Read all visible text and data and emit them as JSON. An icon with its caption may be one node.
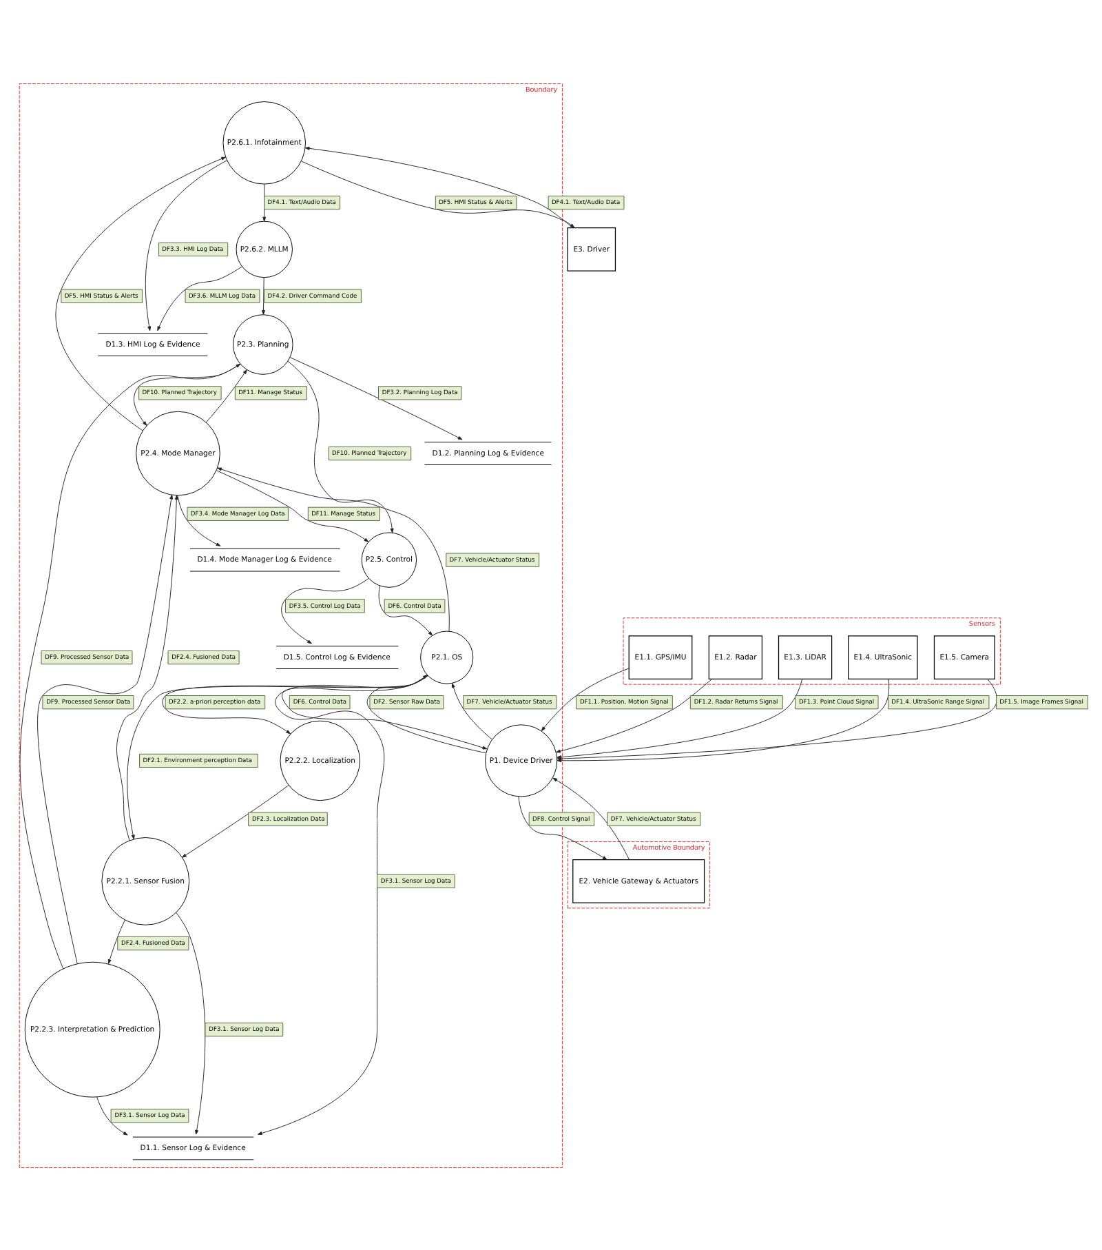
{
  "diagram": {
    "nodes": [
      {
        "text": [
          "Boundary"
        ]
      },
      {
        "text": [
          "Automotive Boundary"
        ]
      },
      {
        "text": [
          "Sensors"
        ]
      },
      {
        "text": [
          "E3. Driver"
        ]
      },
      {
        "text": [
          "P2.6.1. Infotainment"
        ],
        "in": 0
      },
      {
        "text": [
          "D1.3. HMI Log & Evidence"
        ],
        "in": 0
      },
      {
        "text": [
          "P2.6.2. MLLM"
        ],
        "in": 0
      },
      {
        "text": [
          "D1.2. Planning Log & Evidence"
        ],
        "in": 0
      },
      {
        "text": [
          "P2.3. Planning"
        ],
        "in": 0
      },
      {
        "text": [
          "P2.4. Mode Manager"
        ],
        "in": 0
      },
      {
        "text": [
          "D1.4. Mode Manager Log & Evidence"
        ],
        "in": 0
      },
      {
        "text": [
          "P2.2.3. Interpretation & Prediction"
        ],
        "in": 0
      },
      {
        "text": [
          "D1.5. Control Log & Evidence"
        ],
        "in": 0
      },
      {
        "text": [
          "P2.2.1. Sensor Fusion"
        ],
        "in": 0
      },
      {
        "text": [
          "P2.2.2. Localization"
        ],
        "in": 0
      },
      {
        "text": [
          "P2.5. Control"
        ],
        "in": 0
      },
      {
        "text": [
          "P2.1. OS"
        ],
        "in": 0
      },
      {
        "text": [
          "D1.1. Sensor Log & Evidence"
        ],
        "in": 0
      },
      {
        "text": [
          "P1. Device Driver"
        ],
        "in": 0
      },
      {
        "text": [
          "E2. Vehicle Gateway & Actuators"
        ],
        "in": 1
      },
      {
        "text": [
          "E1.1. GPS/IMU"
        ],
        "in": 2
      },
      {
        "text": [
          "E1.2. Radar"
        ],
        "in": 2
      },
      {
        "text": [
          "E1.3. LiDAR"
        ],
        "in": 2
      },
      {
        "text": [
          "E1.4. UltraSonic"
        ],
        "in": 2
      },
      {
        "text": [
          "E1.5. Camera"
        ],
        "in": 2
      }
    ],
    "edges": [
      {
        "from": 3,
        "to": 4,
        "arrow": "to",
        "label": "DF4.1. Text/Audio Data"
      },
      {
        "from": 4,
        "to": 3,
        "arrow": "to",
        "label": "DF5. HMI Status & Alerts"
      },
      {
        "from": 4,
        "to": 5,
        "arrow": "to",
        "label": "DF3.3. HMI Log Data"
      },
      {
        "from": 4,
        "to": 6,
        "arrow": "to",
        "label": "DF4.1. Text/Audio Data"
      },
      {
        "from": 6,
        "to": 5,
        "arrow": "to",
        "label": "DF3.6. MLLM Log Data"
      },
      {
        "from": 6,
        "to": 8,
        "arrow": "to",
        "label": "DF4.2. Driver Command Code"
      },
      {
        "from": 9,
        "to": 4,
        "arrow": "to",
        "label": "DF5. HMI Status & Alerts"
      },
      {
        "from": 8,
        "to": 7,
        "arrow": "to",
        "label": "DF3.2. Planning Log Data"
      },
      {
        "from": 9,
        "to": 8,
        "arrow": "to",
        "label": "DF11. Manage Status"
      },
      {
        "from": 9,
        "to": 10,
        "arrow": "to",
        "label": "DF3.4. Mode Manager Log Data"
      },
      {
        "from": 8,
        "to": 9,
        "arrow": "to",
        "label": "DF10. Planned Trajectory"
      },
      {
        "from": 11,
        "to": 8,
        "arrow": "to",
        "label": "DF9. Processed Sensor Data"
      },
      {
        "from": 11,
        "to": 9,
        "arrow": "to",
        "label": "DF9. Processed Sensor Data"
      },
      {
        "from": 16,
        "to": 9,
        "arrow": "to",
        "label": "DF7. Vehicle/Actuator Status"
      },
      {
        "from": 11,
        "to": 17,
        "arrow": "to",
        "label": "DF3.1. Sensor Log Data"
      },
      {
        "from": 13,
        "to": 9,
        "arrow": "to",
        "label": "DF2.4. Fusioned Data"
      },
      {
        "from": 13,
        "to": 11,
        "arrow": "to",
        "label": "DF2.4. Fusioned Data"
      },
      {
        "from": 9,
        "to": 15,
        "arrow": "to",
        "label": "DF11. Manage Status"
      },
      {
        "from": 8,
        "to": 15,
        "arrow": "to",
        "label": "DF10. Planned Trajectory"
      },
      {
        "from": 15,
        "to": 12,
        "arrow": "to",
        "label": "DF3.5. Control Log Data"
      },
      {
        "from": 13,
        "to": 17,
        "arrow": "to",
        "label": "DF3.1. Sensor Log Data"
      },
      {
        "from": 14,
        "to": 13,
        "arrow": "to",
        "label": "DF2.3. Localization Data"
      },
      {
        "from": 16,
        "to": 14,
        "arrow": "to",
        "label": "DF2.2. a-priori perception data"
      },
      {
        "from": 16,
        "to": 17,
        "arrow": "to",
        "label": "DF3.1. Sensor Log Data"
      },
      {
        "from": 16,
        "to": 13,
        "arrow": "to",
        "label": "DF2.1. Environment perception Data"
      },
      {
        "from": 15,
        "to": 16,
        "arrow": "to",
        "label": "DF6. Control Data"
      },
      {
        "from": 16,
        "to": 18,
        "arrow": "to",
        "label": "DF6. Control Data"
      },
      {
        "from": 18,
        "to": 16,
        "arrow": "to",
        "label": "DF2. Sensor Raw Data"
      },
      {
        "from": 18,
        "to": 16,
        "arrow": "to",
        "label": "DF7. Vehicle/Actuator Status"
      },
      {
        "from": 19,
        "to": 18,
        "arrow": "to",
        "label": "DF7. Vehicle/Actuator Status"
      },
      {
        "from": 20,
        "to": 18,
        "arrow": "to",
        "label": "DF1.1. Position, Motion Signal"
      },
      {
        "from": 21,
        "to": 18,
        "arrow": "to",
        "label": "DF1.2. Radar Returns Signal"
      },
      {
        "from": 22,
        "to": 18,
        "arrow": "to",
        "label": "DF1.3. Point Cloud Signal"
      },
      {
        "from": 23,
        "to": 18,
        "arrow": "to",
        "label": "DF1.4. UltraSonic Range Signal"
      },
      {
        "from": 24,
        "to": 18,
        "arrow": "to",
        "label": "DF1.5. Image Frames Signal"
      },
      {
        "from": 18,
        "to": 19,
        "arrow": "to",
        "label": "DF8. Control Signal"
      }
    ]
  }
}
